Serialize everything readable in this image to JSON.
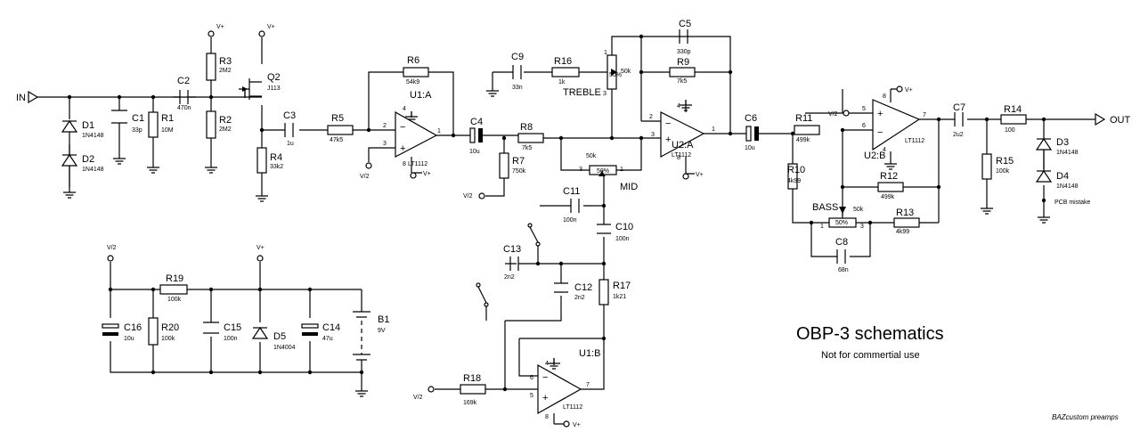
{
  "title": "OBP-3 schematics",
  "subtitle": "Not for commertial use",
  "signature": "BAZcustom preamps",
  "ports": {
    "in": "IN",
    "out": "OUT"
  },
  "rails": {
    "vplus": "V+",
    "vhalf": "V/2"
  },
  "notes": {
    "pcb_mistake": "PCB mistake",
    "mid": "MID",
    "treble": "TREBLE",
    "bass": "BASS"
  },
  "opamps": {
    "u1a": {
      "name": "U1:A",
      "part": "LT1112"
    },
    "u1b": {
      "name": "U1:B",
      "part": "LT1112"
    },
    "u2a": {
      "name": "U2:A",
      "part": "LT1112"
    },
    "u2b": {
      "name": "U2:B",
      "part": "LT1112"
    }
  },
  "transistor": {
    "name": "Q2",
    "part": "J113"
  },
  "battery": {
    "name": "B1",
    "value": "9V"
  },
  "pots": {
    "treble": {
      "value": "50k",
      "pct": "50%",
      "pin1": "1",
      "pin3": "3"
    },
    "mid": {
      "value": "50k",
      "pct": "50%",
      "pin1": "1",
      "pin3": "3"
    },
    "bass": {
      "value": "50k",
      "pct": "50%",
      "pin1": "1",
      "pin3": "3"
    }
  },
  "components": {
    "D1": {
      "name": "D1",
      "value": "1N4148"
    },
    "D2": {
      "name": "D2",
      "value": "1N4148"
    },
    "D3": {
      "name": "D3",
      "value": "1N4148"
    },
    "D4": {
      "name": "D4",
      "value": "1N4148"
    },
    "D5": {
      "name": "D5",
      "value": "1N4004"
    },
    "C1": {
      "name": "C1",
      "value": "33p"
    },
    "C2": {
      "name": "C2",
      "value": "470n"
    },
    "C3": {
      "name": "C3",
      "value": "1u"
    },
    "C4": {
      "name": "C4",
      "value": "10u"
    },
    "C5": {
      "name": "C5",
      "value": "330p"
    },
    "C6": {
      "name": "C6",
      "value": "10u"
    },
    "C7": {
      "name": "C7",
      "value": "2u2"
    },
    "C8": {
      "name": "C8",
      "value": "68n"
    },
    "C9": {
      "name": "C9",
      "value": "33n"
    },
    "C10": {
      "name": "C10",
      "value": "100n"
    },
    "C11": {
      "name": "C11",
      "value": "100n"
    },
    "C12": {
      "name": "C12",
      "value": "2n2"
    },
    "C13": {
      "name": "C13",
      "value": "2n2"
    },
    "C14": {
      "name": "C14",
      "value": "47u"
    },
    "C15": {
      "name": "C15",
      "value": "100n"
    },
    "C16": {
      "name": "C16",
      "value": "10u"
    },
    "R1": {
      "name": "R1",
      "value": "10M"
    },
    "R2": {
      "name": "R2",
      "value": "2M2"
    },
    "R3": {
      "name": "R3",
      "value": "2M2"
    },
    "R4": {
      "name": "R4",
      "value": "33k2"
    },
    "R5": {
      "name": "R5",
      "value": "47k5"
    },
    "R6": {
      "name": "R6",
      "value": "54k9"
    },
    "R7": {
      "name": "R7",
      "value": "750k"
    },
    "R8": {
      "name": "R8",
      "value": "7k5"
    },
    "R9": {
      "name": "R9",
      "value": "7k5"
    },
    "R10": {
      "name": "R10",
      "value": "4k99"
    },
    "R11": {
      "name": "R11",
      "value": "499k"
    },
    "R12": {
      "name": "R12",
      "value": "499k"
    },
    "R13": {
      "name": "R13",
      "value": "4k99"
    },
    "R14": {
      "name": "R14",
      "value": "100"
    },
    "R15": {
      "name": "R15",
      "value": "100k"
    },
    "R16": {
      "name": "R16",
      "value": "1k"
    },
    "R17": {
      "name": "R17",
      "value": "1k21"
    },
    "R18": {
      "name": "R18",
      "value": "169k"
    },
    "R19": {
      "name": "R19",
      "value": "100k"
    },
    "R20": {
      "name": "R20",
      "value": "100k"
    }
  }
}
